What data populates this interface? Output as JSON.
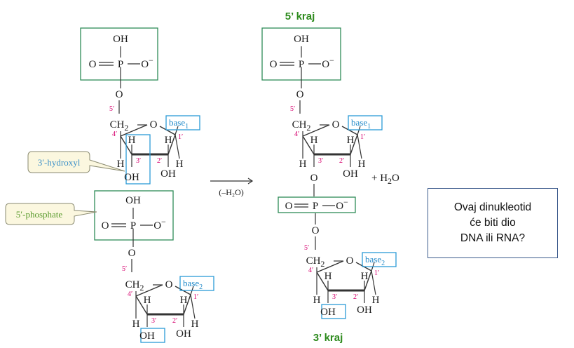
{
  "labels": {
    "oh": "OH",
    "p": "P",
    "o": "O",
    "o_minus": "O",
    "minus": "−",
    "ch2": "CH",
    "h": "H",
    "h2o_plus": "+ H",
    "h2o_o": "O",
    "reaction_condition": "(–H₂O)",
    "base": "base",
    "base1_sub": "1",
    "base2_sub": "2",
    "two_sub": "2"
  },
  "numbering": {
    "c1": "1′",
    "c2": "2′",
    "c3": "3′",
    "c4": "4′",
    "c5": "5′"
  },
  "callouts": {
    "hydroxyl": "3′-hydroxyl",
    "phosphate": "5′-phosphate"
  },
  "ends": {
    "five_prime": "5’ kraj",
    "three_prime": "3’ kraj"
  },
  "question": {
    "line1": "Ovaj dinukleotid",
    "line2": "će biti dio",
    "line3": "DNA ili RNA?"
  },
  "colors": {
    "green_box": "#2e8b57",
    "blue_box": "#2b9bd7",
    "numbering": "#d6006e",
    "end_label": "#2e8b1e"
  }
}
